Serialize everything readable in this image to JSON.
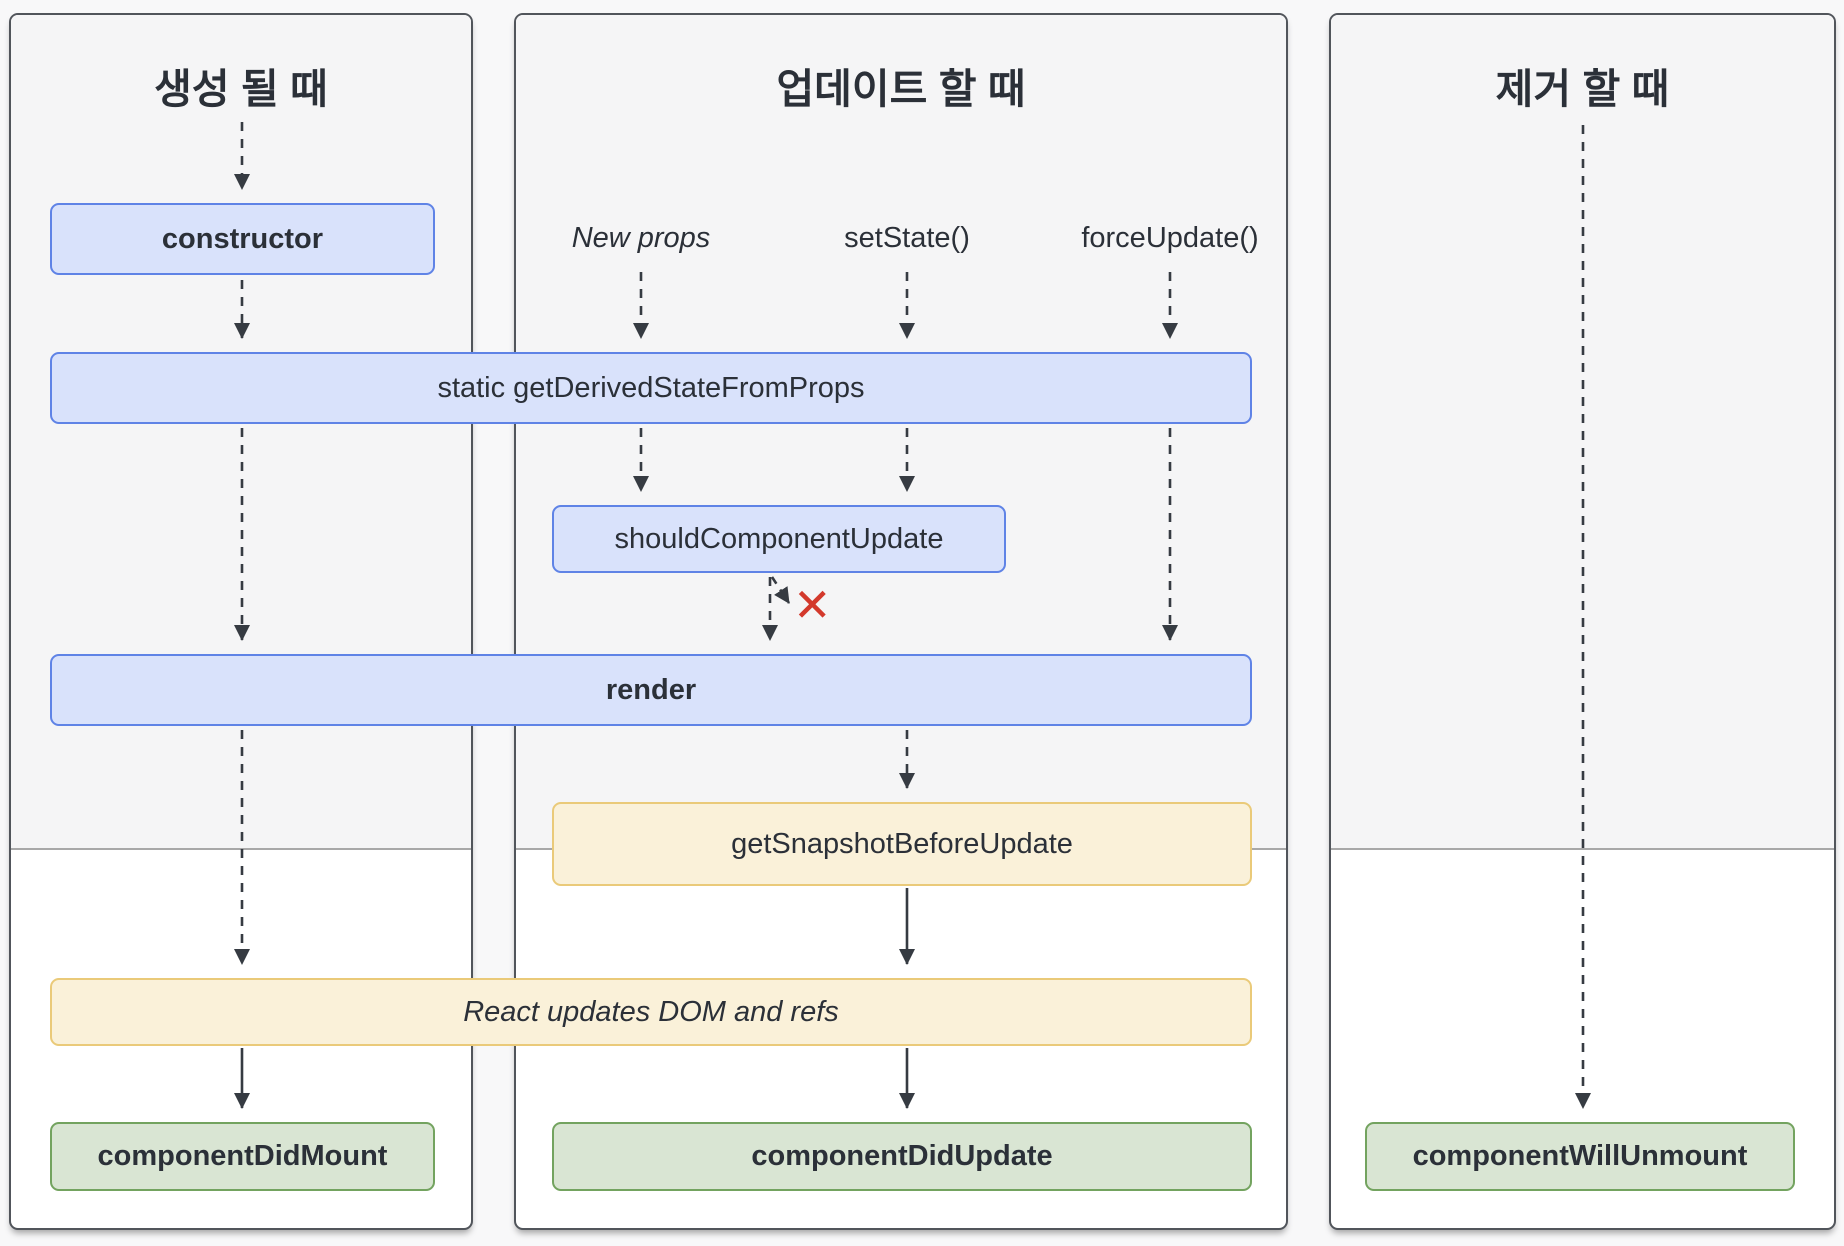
{
  "columns": [
    {
      "title": "생성 될 때"
    },
    {
      "title": "업데이트 할 때"
    },
    {
      "title": "제거 할 때"
    }
  ],
  "update_triggers": {
    "new_props": "New props",
    "set_state": "setState()",
    "force_update": "forceUpdate()"
  },
  "boxes": {
    "constructor": "constructor",
    "get_derived_state_from_props": "static getDerivedStateFromProps",
    "should_component_update": "shouldComponentUpdate",
    "render": "render",
    "get_snapshot_before_update": "getSnapshotBeforeUpdate",
    "react_updates_dom": "React updates DOM and refs",
    "component_did_mount": "componentDidMount",
    "component_did_update": "componentDidUpdate",
    "component_will_unmount": "componentWillUnmount"
  },
  "icons": {
    "blocked_x": "✕"
  },
  "colors": {
    "blue-fill": "#d9e2fb",
    "blue-border": "#5f83e6",
    "yellow-fill": "#faf1d9",
    "yellow-border": "#eaca79",
    "green-fill": "#d9e5d3",
    "green-border": "#73a35f",
    "red-x": "#d3392c",
    "arrow": "#363b42",
    "panel-border": "#51555b",
    "phase-bg": "#f5f5f6",
    "page-bg": "#f8f8f9",
    "text": "#2b3038",
    "divider": "#a8a8a8"
  }
}
